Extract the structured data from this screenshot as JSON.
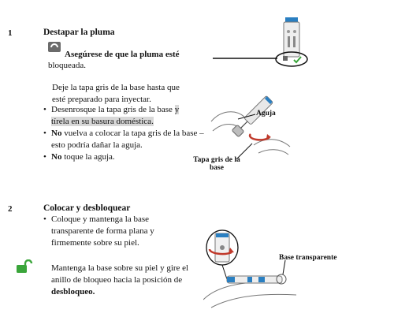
{
  "step1": {
    "number": "1",
    "title": "Destapar la pluma",
    "lock_note_bold": "Asegúrese de que la pluma esté",
    "lock_note_rest": "bloqueada.",
    "intro": "Deje la tapa gris de la base hasta que esté preparado para inyectar.",
    "bullets": {
      "b1_part1": "Desenrosque la tapa gris de la base ",
      "b1_part2": "y",
      "b1_line2": "tírela en su basura doméstica.",
      "b2_bold": "No",
      "b2_rest": " vuelva a colocar la tapa gris de la base – esto podría dañar la aguja.",
      "b3_bold": "No",
      "b3_rest": " toque la aguja."
    },
    "labels": {
      "needle": "Aguja",
      "cap": "Tapa gris de la base"
    },
    "icon": "lock-closed-icon"
  },
  "step2": {
    "number": "2",
    "title": "Colocar y desbloquear",
    "bullet": "Coloque y mantenga la base transparente de forma plana y firmemente sobre su piel.",
    "para_rest": "Mantenga la base sobre su piel y gire el anillo de bloqueo hacia la posición de ",
    "para_bold": "desbloqueo.",
    "labels": {
      "base": "Base transparente"
    },
    "icon": "lock-open-icon",
    "icon_color": "#3aa53a"
  },
  "colors": {
    "pen_blue": "#2a7fc1",
    "arrow_red": "#c0392b",
    "highlight": "#d8d8d8"
  }
}
